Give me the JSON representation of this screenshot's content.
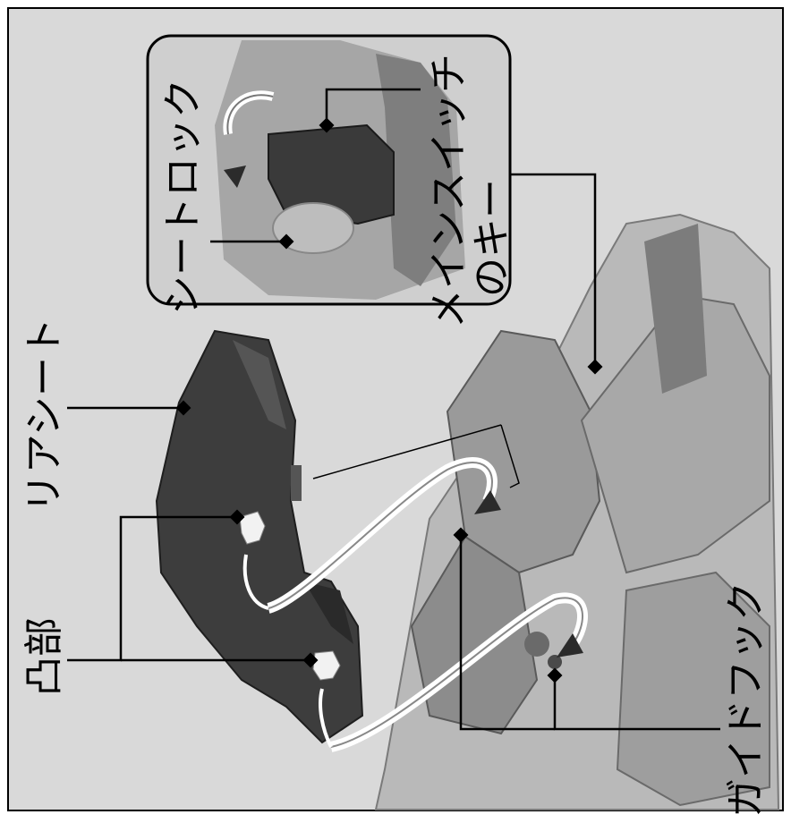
{
  "labels": {
    "rear_seat": "リアシート",
    "protrusion": "凸部",
    "guide_hook": "ガイドフック",
    "seat_lock": "シートロック",
    "main_switch_key_line1": "メインスイッチ",
    "main_switch_key_line2": "のキー"
  },
  "colors": {
    "frame_bg": "#d9d9d9",
    "inset_bg": "#cfcfcf",
    "seat_dark": "#3a3a3a",
    "arrow_dark": "#2b2b2b",
    "leader": "#000000"
  }
}
